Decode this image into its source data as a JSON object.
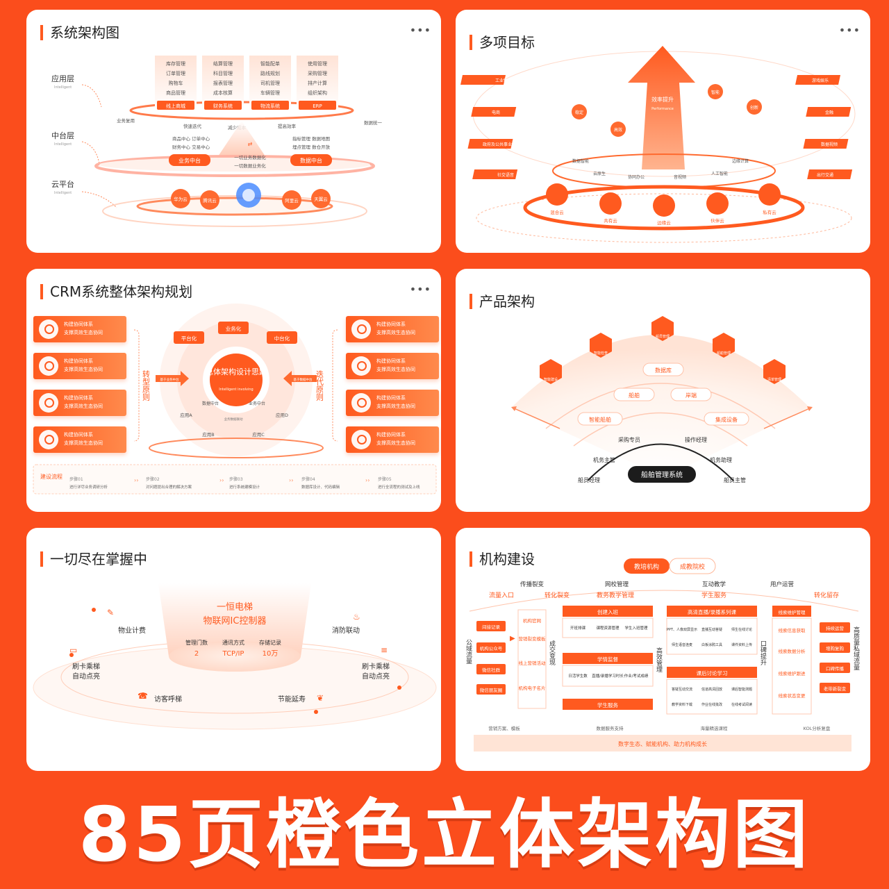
{
  "headline": "85页橙色立体架构图",
  "colors": {
    "background": "#fb4d1c",
    "accent": "#ff5a1f",
    "panel": "#ffffff"
  },
  "panels": {
    "p1": {
      "title": "系统架构图",
      "layers": [
        {
          "name": "应用层",
          "en": "Intelligent"
        },
        {
          "name": "中台层",
          "en": "Intelligent"
        },
        {
          "name": "云平台",
          "en": "Intelligent"
        }
      ],
      "app_columns": [
        {
          "items": [
            "库存管理",
            "订单管理",
            "购物车",
            "商品管理"
          ],
          "button": "线上商城"
        },
        {
          "items": [
            "结算管理",
            "科目管理",
            "报表管理",
            "成本核算"
          ],
          "button": "财务系统"
        },
        {
          "items": [
            "智能配单",
            "路线规划",
            "司机管理",
            "车辆管理"
          ],
          "button": "物流系统"
        },
        {
          "items": [
            "使用管理",
            "采购管理",
            "排产计算",
            "组织架构"
          ],
          "button": "ERP"
        }
      ],
      "flow_labels": [
        "业务复用",
        "快速迭代",
        "减少成本",
        "提高效率",
        "数据统一"
      ],
      "biz_center": "业务中台",
      "data_center": "数据中台",
      "biz_items": [
        "商品中心 订单中心",
        "财务中心 交易中心"
      ],
      "data_items": [
        "指标管理  数据地图",
        "埋点管理  数仓开放"
      ],
      "middle_lines": [
        "一切业务数据化",
        "一切数据业务化"
      ],
      "clouds": [
        "华为云",
        "腾讯云",
        "阿里云",
        "天翼云"
      ]
    },
    "p2": {
      "title": "多项目标",
      "left_tags": [
        "工业物联网",
        "电商",
        "政府及公共事业",
        "社交语音"
      ],
      "right_tags": [
        "游戏娱乐",
        "金融",
        "数据视频",
        "出行交通"
      ],
      "arrow_text": "效率提升",
      "arrow_en": "Performance",
      "orbit_nodes": [
        "稳定",
        "高效",
        "智能",
        "创新"
      ],
      "ring_labels": [
        "数据智能",
        "边缘计算",
        "云原生",
        "协同办公",
        "音视频",
        "人工智能"
      ],
      "clouds": [
        "混合云",
        "共有云",
        "边缘云",
        "伙伴云",
        "私有云"
      ]
    },
    "p3": {
      "title": "CRM系统整体架构规划",
      "card_lines": [
        "构建协同体系",
        "支撑高效生态协同"
      ],
      "left_vertical": "转型原则",
      "right_vertical": "迭代原则",
      "bubbles": [
        "平台化",
        "业务化",
        "中台化"
      ],
      "core": "总体架构设计思路",
      "core_en": "Intelligent involving",
      "left_arrow_label": "基于业务中台",
      "right_arrow_label": "基于数据中台",
      "centers": [
        "数据中台",
        "业务中台"
      ],
      "center_link": "业务数据联动",
      "apps": [
        "应用A",
        "应用B",
        "应用C",
        "应用D"
      ],
      "flow_label": "建设流程",
      "steps": [
        {
          "name": "步骤01",
          "desc": "进行详尽业务调研分析"
        },
        {
          "name": "步骤02",
          "desc": "对问题提出合理的解决方案"
        },
        {
          "name": "步骤03",
          "desc": "进行系统建模设计"
        },
        {
          "name": "步骤04",
          "desc": "数据库设计、代码编辑"
        },
        {
          "name": "步骤05",
          "desc": "进行全流程的测试及上线"
        }
      ]
    },
    "p4": {
      "title": "产品架构",
      "hexes": [
        "智能检查",
        "船员管理",
        "船舶管理",
        "智能建设",
        "清单管理"
      ],
      "db": "数据库",
      "mid": [
        "船舶",
        "岸端"
      ],
      "outer": [
        "智能船舶",
        "集成设备"
      ],
      "roles": [
        "采购专员",
        "操作经理",
        "机务主管",
        "机务助理",
        "船员经理",
        "船员主管"
      ],
      "system": "船舶管理系统"
    },
    "p5": {
      "title": "一切尽在掌握中",
      "main": [
        "一恒电梯",
        "物联网IC控制器"
      ],
      "stats": [
        {
          "label": "管理门数",
          "value": "2"
        },
        {
          "label": "通讯方式",
          "value": "TCP/IP"
        },
        {
          "label": "存储记录",
          "value": "10万"
        }
      ],
      "features": [
        "物业计费",
        "消防联动",
        "刷卡乘梯\n自动点亮",
        "刷卡乘梯\n自动点亮",
        "访客呼梯",
        "节能延寿"
      ]
    },
    "p6": {
      "title": "机构建设",
      "tabs": [
        "教培机构",
        "成教院校"
      ],
      "phases": [
        "传播裂变",
        "网校管理",
        "互动教学",
        "用户运营"
      ],
      "flow": [
        "流量入口",
        "转化裂变",
        "教务教学管理",
        "学生服务",
        "转化留存"
      ],
      "left_vertical": "公域流量",
      "left_boxes": [
        "间接记录",
        "机构公众号",
        "微信社群",
        "微信朋友圈"
      ],
      "col1": [
        "机构官网",
        "营销裂变模板",
        "线上营销活动",
        "机构电子名片"
      ],
      "mid_vertical": "成交变现",
      "block_a": "创建入班",
      "block_a_items": [
        "开班排课",
        "课程资源管理",
        "学生入班管理"
      ],
      "block_b": "学情监督",
      "block_b_items": [
        "日活学生数",
        "直播/录播学习时长",
        "作业/考试成绩"
      ],
      "block_c": "学生服务",
      "block_d": "高清直播/录播系列课",
      "block_d_items": [
        "PPT、人像双屏显示",
        "直播互动答疑",
        "师生在线讨论",
        "师生语音连麦",
        "白板涂鸦工具",
        "课件资料上传"
      ],
      "vertical_3": "高效管理",
      "block_e": "课后讨论学习",
      "block_e_items": [
        "答疑互动交流",
        "信道高清回放",
        "课后智能测题",
        "教学资料下载",
        "作业在线批改",
        "在线考试阅读"
      ],
      "vertical_4": "口碑提升",
      "block_f": "线索维护管理",
      "block_f_items": [
        "线索信息获取",
        "线索数据分析",
        "线索维护跟进",
        "线索状态变更"
      ],
      "right_boxes": [
        "持续运营",
        "增购复购",
        "口碑传播",
        "老带新裂变"
      ],
      "right_vertical": "高质量私域流量",
      "bottom_labels": [
        "营销方案、模板",
        "数据服务支持",
        "海量精选课程",
        "KOL分析复盘"
      ],
      "bottom_bar": "数字生态、赋能机构、助力机构成长"
    }
  }
}
